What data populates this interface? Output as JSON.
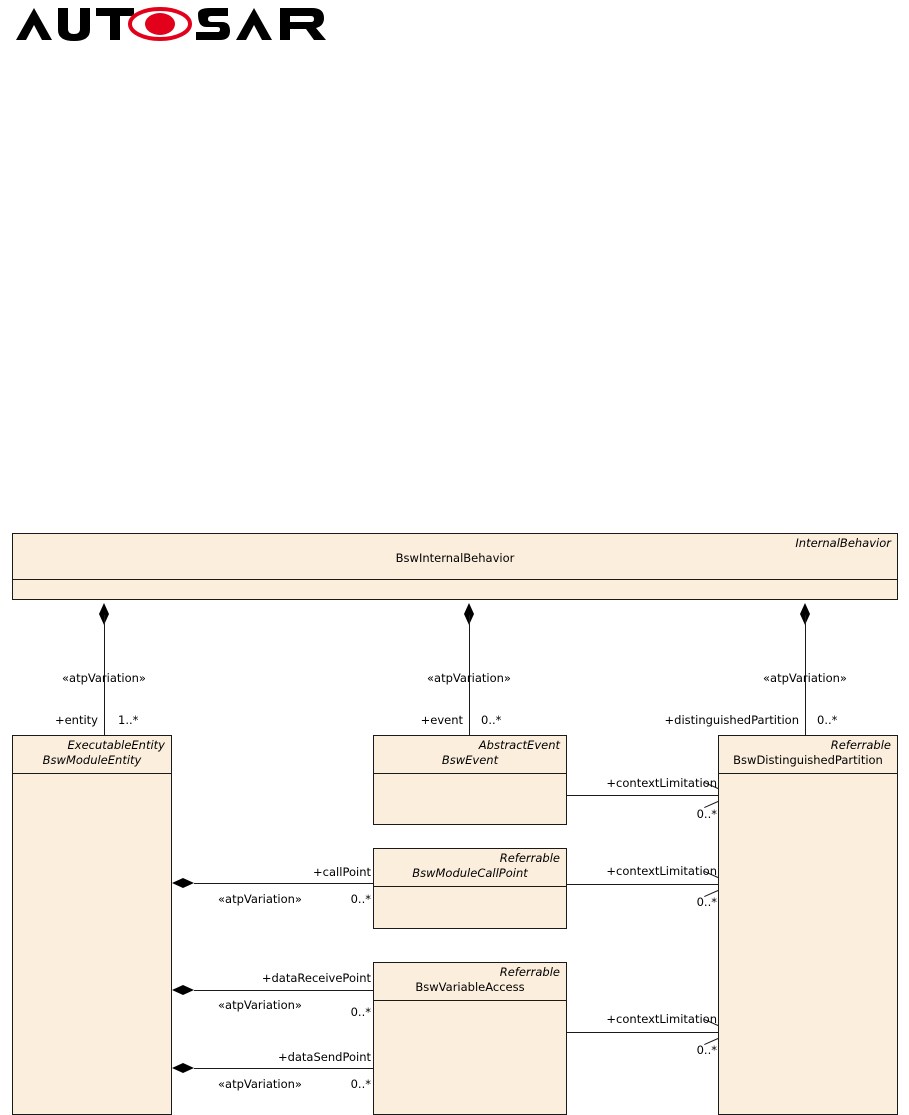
{
  "logo": {
    "alt": "AUTOSAR",
    "text_left": "AUT",
    "text_right": "SAR",
    "color": "#000000",
    "accent_color": "#e2001a"
  },
  "diagram": {
    "type": "uml-class-diagram",
    "background": "#ffffff",
    "class_fill": "#fbeedd",
    "line_color": "#1a1a1a",
    "classes": [
      {
        "id": "bswInternalBehavior",
        "stereotype": "InternalBehavior",
        "name": "BswInternalBehavior",
        "abstract": false
      },
      {
        "id": "bswModuleEntity",
        "stereotype": "ExecutableEntity",
        "name": "BswModuleEntity",
        "abstract": true
      },
      {
        "id": "bswEvent",
        "stereotype": "AbstractEvent",
        "name": "BswEvent",
        "abstract": true
      },
      {
        "id": "bswDistinguishedPartition",
        "stereotype": "Referrable",
        "name": "BswDistinguishedPartition",
        "abstract": false
      },
      {
        "id": "bswModuleCallPoint",
        "stereotype": "Referrable",
        "name": "BswModuleCallPoint",
        "abstract": true
      },
      {
        "id": "bswVariableAccess",
        "stereotype": "Referrable",
        "name": "BswVariableAccess",
        "abstract": false
      }
    ],
    "associations": [
      {
        "id": "entity",
        "kind": "composition",
        "stereotype": "«atpVariation»",
        "role": "+entity",
        "multiplicity": "1..*"
      },
      {
        "id": "event",
        "kind": "composition",
        "stereotype": "«atpVariation»",
        "role": "+event",
        "multiplicity": "0..*"
      },
      {
        "id": "distinguishedPartition",
        "kind": "composition",
        "stereotype": "«atpVariation»",
        "role": "+distinguishedPartition",
        "multiplicity": "0..*"
      },
      {
        "id": "callPoint",
        "kind": "composition",
        "stereotype": "«atpVariation»",
        "role": "+callPoint",
        "multiplicity": "0..*"
      },
      {
        "id": "dataReceivePoint",
        "kind": "composition",
        "stereotype": "«atpVariation»",
        "role": "+dataReceivePoint",
        "multiplicity": "0..*"
      },
      {
        "id": "dataSendPoint",
        "kind": "composition",
        "stereotype": "«atpVariation»",
        "role": "+dataSendPoint",
        "multiplicity": "0..*"
      },
      {
        "id": "contextLimitationEvent",
        "kind": "association",
        "role": "+contextLimitation",
        "multiplicity": "0..*"
      },
      {
        "id": "contextLimitationCallPoint",
        "kind": "association",
        "role": "+contextLimitation",
        "multiplicity": "0..*"
      },
      {
        "id": "contextLimitationVarAccess",
        "kind": "association",
        "role": "+contextLimitation",
        "multiplicity": "0..*"
      }
    ]
  }
}
